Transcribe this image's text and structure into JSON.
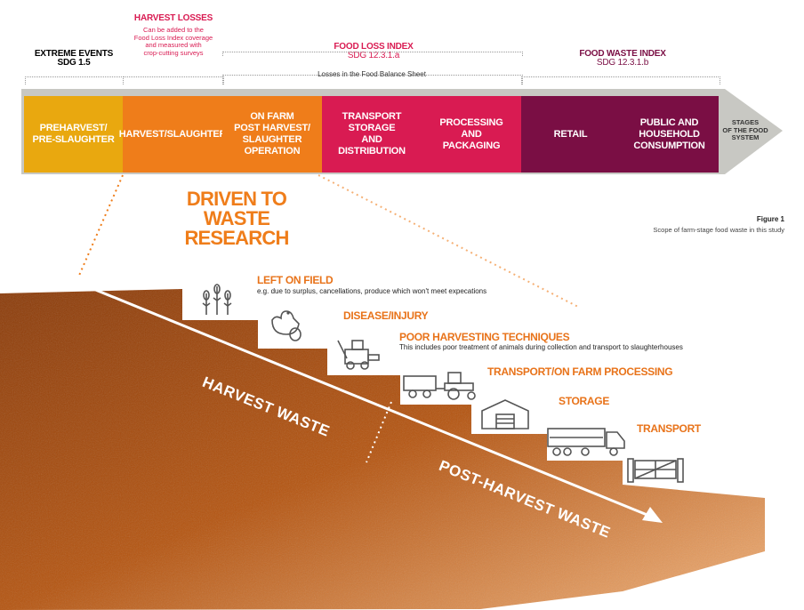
{
  "headers": {
    "extreme": {
      "title": "EXTREME EVENTS",
      "sub": "SDG 1.5"
    },
    "harvest_losses": {
      "title": "HARVEST LOSSES",
      "desc": "Can be added to the\nFood Loss Index coverage\nand measured with\ncrop-cutting surveys"
    },
    "food_loss": {
      "title": "FOOD LOSS INDEX",
      "sub": "SDG 12.3.1.a"
    },
    "food_waste": {
      "title": "FOOD WASTE INDEX",
      "sub": "SDG 12.3.1.b"
    },
    "balance_sheet": "Losses in the Food Balance Sheet"
  },
  "stages": [
    {
      "label": "PREHARVEST/\nPRE-SLAUGHTER",
      "color": "#e9a80f"
    },
    {
      "label": "HARVEST/SLAUGHTER",
      "color": "#ef7d1a"
    },
    {
      "label": "ON FARM\nPOST HARVEST/\nSLAUGHTER OPERATION",
      "color": "#ef7d1a"
    },
    {
      "label": "TRANSPORT STORAGE\nAND\nDISTRIBUTION",
      "color": "#d91b52"
    },
    {
      "label": "PROCESSING\nAND\nPACKAGING",
      "color": "#d91b52"
    },
    {
      "label": "RETAIL",
      "color": "#7a0e44"
    },
    {
      "label": "PUBLIC AND\nHOUSEHOLD\nCONSUMPTION",
      "color": "#7a0e44"
    }
  ],
  "arrow_label": "STAGES\nOF THE FOOD\nSYSTEM",
  "title": "DRIVEN TO\nWASTE RESEARCH",
  "figure": {
    "label": "Figure 1",
    "caption": "Scope of farm-stage food waste in this study"
  },
  "steps": [
    {
      "label": "LEFT ON FIELD",
      "sub": "e.g. due to surplus, cancellations, produce which won't meet expecations",
      "icon": "wheat-icon"
    },
    {
      "label": "DISEASE/INJURY",
      "sub": "",
      "icon": "hen-egg-icon"
    },
    {
      "label": "POOR HARVESTING TECHNIQUES",
      "sub": "This includes poor treatment of animals during collection and transport to slaughterhouses",
      "icon": "harvester-icon"
    },
    {
      "label": "TRANSPORT/ON FARM PROCESSING",
      "sub": "",
      "icon": "tractor-trailer-icon"
    },
    {
      "label": "STORAGE",
      "sub": "",
      "icon": "barn-icon"
    },
    {
      "label": "TRANSPORT",
      "sub": "",
      "icon": "truck-icon"
    },
    {
      "label": "",
      "sub": "",
      "icon": "gate-icon"
    }
  ],
  "slope": {
    "harvest": "HARVEST WASTE",
    "post_harvest": "POST-HARVEST WASTE"
  },
  "colors": {
    "orange": "#ef7d1a",
    "pink": "#d91b52",
    "plum": "#7a0e44",
    "gold": "#e9a80f",
    "grey": "#c8c8c3",
    "soil": "#b5540f"
  }
}
